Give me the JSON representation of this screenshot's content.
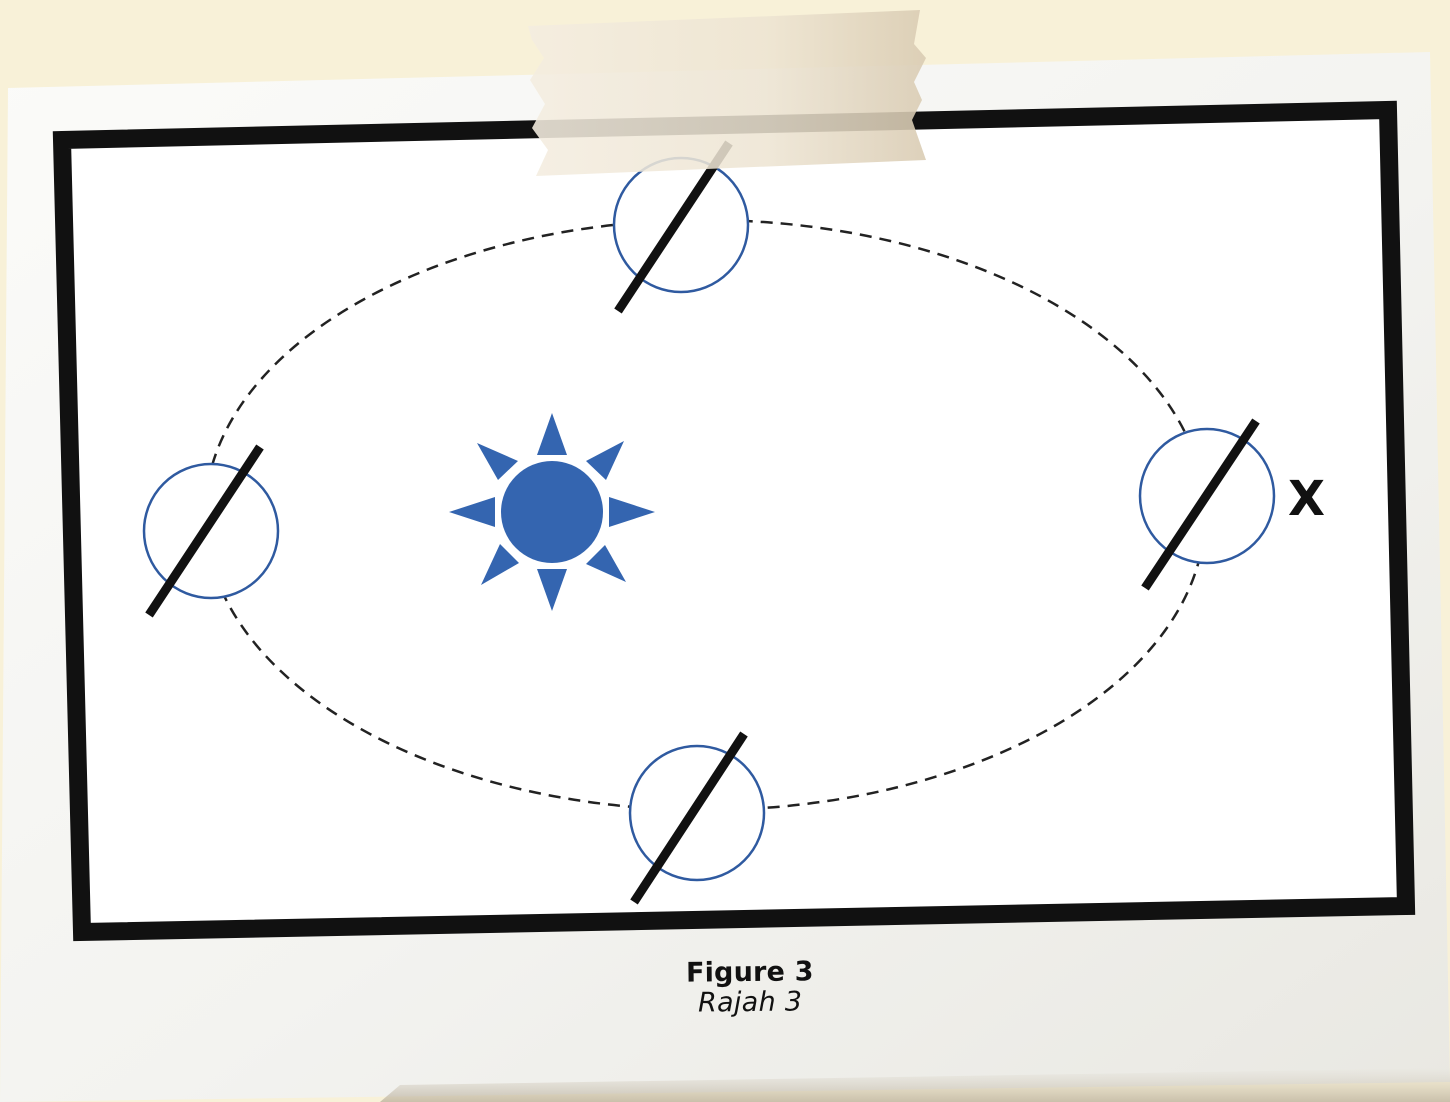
{
  "diagram": {
    "orbit_label": "X",
    "colors": {
      "background": "#f8f1d8",
      "paper": "#ffffff",
      "frame": "#111111",
      "sun": "#3465b0",
      "planet_outline": "#2f5aa0",
      "axis": "#111111",
      "orbit": "#222222",
      "tape": "#efe6d2"
    },
    "icons": {
      "sun": "sun-icon",
      "planet": "circle-with-tilted-axis"
    }
  },
  "caption": {
    "english": "Figure 3",
    "malay": "Rajah 3"
  }
}
